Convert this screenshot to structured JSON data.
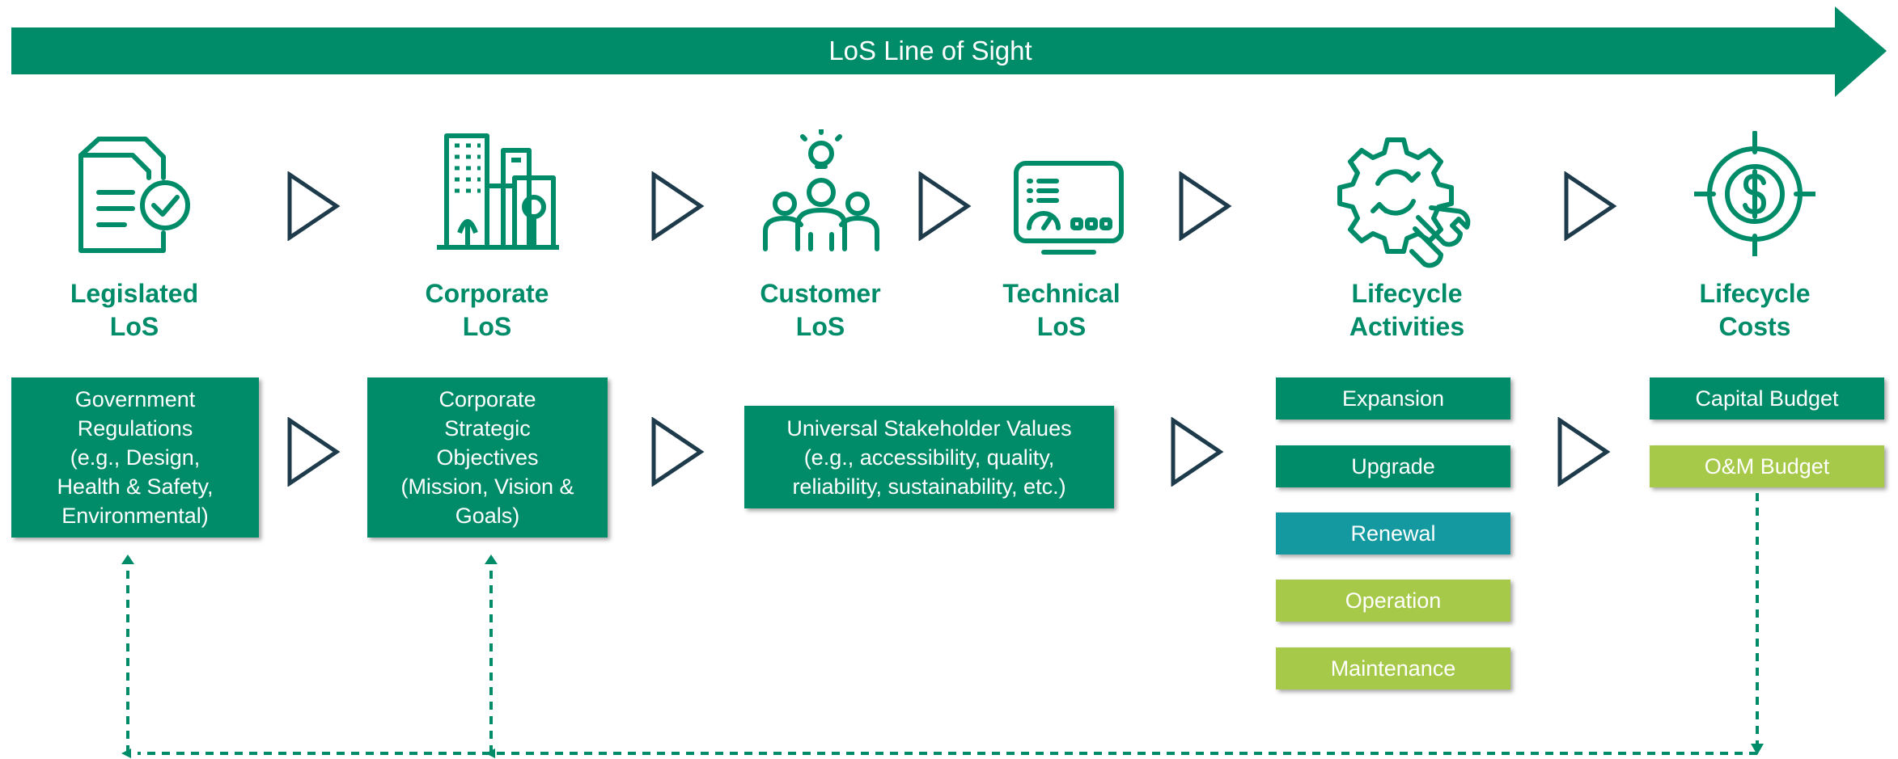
{
  "banner": {
    "label": "LoS Line of Sight"
  },
  "colors": {
    "primary_green": "#008c69",
    "teal": "#1499a0",
    "light_green": "#a6c94a",
    "arrow_outline": "#1e3b4c",
    "dashed": "#008c69"
  },
  "stages": [
    {
      "icon": "legal-document-check-icon",
      "title": [
        "Legislated",
        "LoS"
      ]
    },
    {
      "icon": "city-buildings-icon",
      "title": [
        "Corporate",
        "LoS"
      ]
    },
    {
      "icon": "people-idea-icon",
      "title": [
        "Customer",
        "LoS"
      ]
    },
    {
      "icon": "monitor-gauge-icon",
      "title": [
        "Technical",
        "LoS"
      ]
    },
    {
      "icon": "gear-wrench-icon",
      "title": [
        "Lifecycle",
        "Activities"
      ]
    },
    {
      "icon": "dollar-target-icon",
      "title": [
        "Lifecycle",
        "Costs"
      ]
    }
  ],
  "boxes": {
    "legislated": [
      "Government",
      "Regulations",
      "(e.g., Design,",
      "Health & Safety,",
      "Environmental)"
    ],
    "corporate": [
      "Corporate",
      "Strategic",
      "Objectives",
      "(Mission, Vision &",
      "Goals)"
    ],
    "customer": [
      "Universal Stakeholder Values",
      "(e.g., accessibility, quality,",
      "reliability, sustainability, etc.)"
    ]
  },
  "activities": [
    "Expansion",
    "Upgrade",
    "Renewal",
    "Operation",
    "Maintenance"
  ],
  "costs": [
    "Capital Budget",
    "O&M Budget"
  ]
}
